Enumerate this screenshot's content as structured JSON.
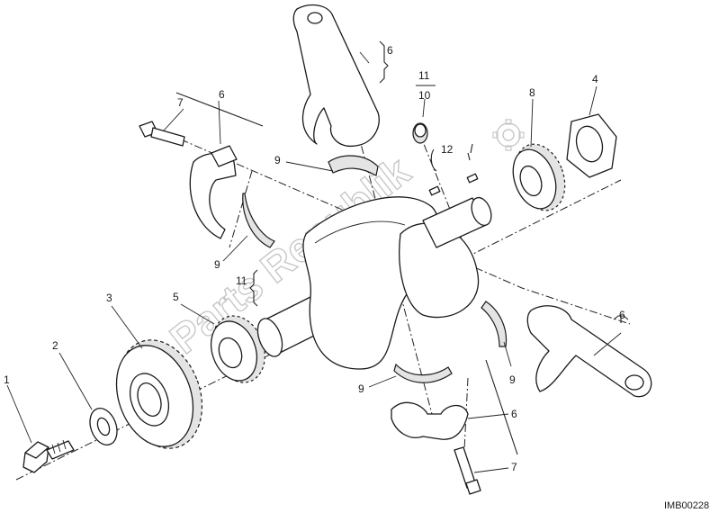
{
  "diagram": {
    "watermark": "Parts Republik",
    "drawing_code": "IMB00228",
    "callouts": [
      {
        "id": "c1",
        "label": "1"
      },
      {
        "id": "c2",
        "label": "2"
      },
      {
        "id": "c3",
        "label": "3"
      },
      {
        "id": "c4",
        "label": "4"
      },
      {
        "id": "c5",
        "label": "5"
      },
      {
        "id": "c6a",
        "label": "6"
      },
      {
        "id": "c6b",
        "label": "6"
      },
      {
        "id": "c6c",
        "label": "6"
      },
      {
        "id": "c6d",
        "label": "6"
      },
      {
        "id": "c7a",
        "label": "7"
      },
      {
        "id": "c7b",
        "label": "7"
      },
      {
        "id": "c8",
        "label": "8"
      },
      {
        "id": "c9a",
        "label": "9"
      },
      {
        "id": "c9b",
        "label": "9"
      },
      {
        "id": "c9c",
        "label": "9"
      },
      {
        "id": "c9d",
        "label": "9"
      },
      {
        "id": "c10",
        "label": "10"
      },
      {
        "id": "c11a",
        "label": "11"
      },
      {
        "id": "c11b",
        "label": "11"
      },
      {
        "id": "c12",
        "label": "12"
      }
    ]
  }
}
